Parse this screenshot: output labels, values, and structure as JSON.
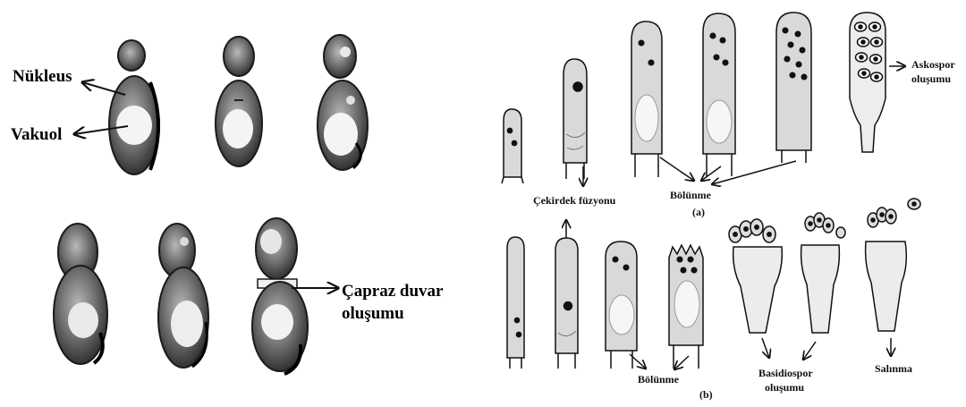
{
  "left_panel": {
    "labels": {
      "nucleus": "Nükleus",
      "vacuole": "Vakuol",
      "cross_wall_line1": "Çapraz duvar",
      "cross_wall_line2": "oluşumu"
    }
  },
  "right_panel": {
    "panel_a": {
      "id": "(a)",
      "labels": {
        "nuclear_fusion": "Çekirdek füzyonu",
        "division": "Bölünme",
        "ascospore_line1": "Askospor",
        "ascospore_line2": "oluşumu"
      }
    },
    "panel_b": {
      "id": "(b)",
      "labels": {
        "division": "Bölünme",
        "basidiospore_line1": "Basidiospor",
        "basidiospore_line2": "oluşumu",
        "release": "Salınma"
      }
    }
  },
  "colors": {
    "ink": "#111111",
    "cell_fill": "#dcdcdc",
    "cell_dark": "#3a3a3a"
  }
}
